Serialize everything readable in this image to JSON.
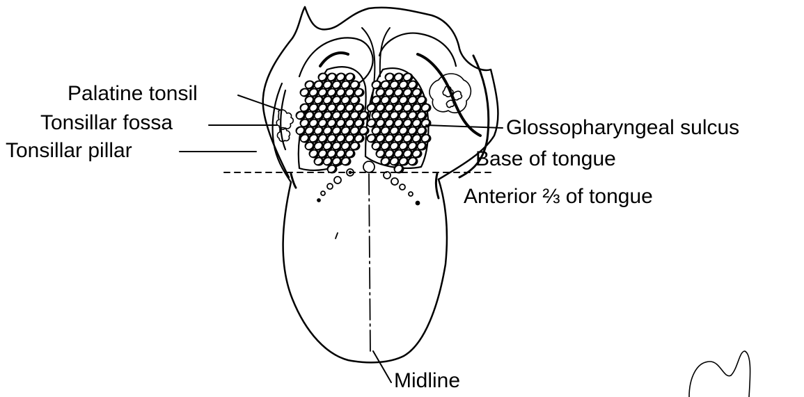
{
  "labels": {
    "palatine_tonsil": "Palatine tonsil",
    "tonsillar_fossa": "Tonsillar fossa",
    "tonsillar_pillar": "Tonsillar pillar",
    "glossopharyngeal_sulcus": "Glossopharyngeal sulcus",
    "base_of_tongue": "Base of tongue",
    "anterior_two_thirds": "Anterior ⅔ of tongue",
    "midline": "Midline"
  },
  "colors": {
    "ink": "#000000",
    "background": "#ffffff"
  }
}
